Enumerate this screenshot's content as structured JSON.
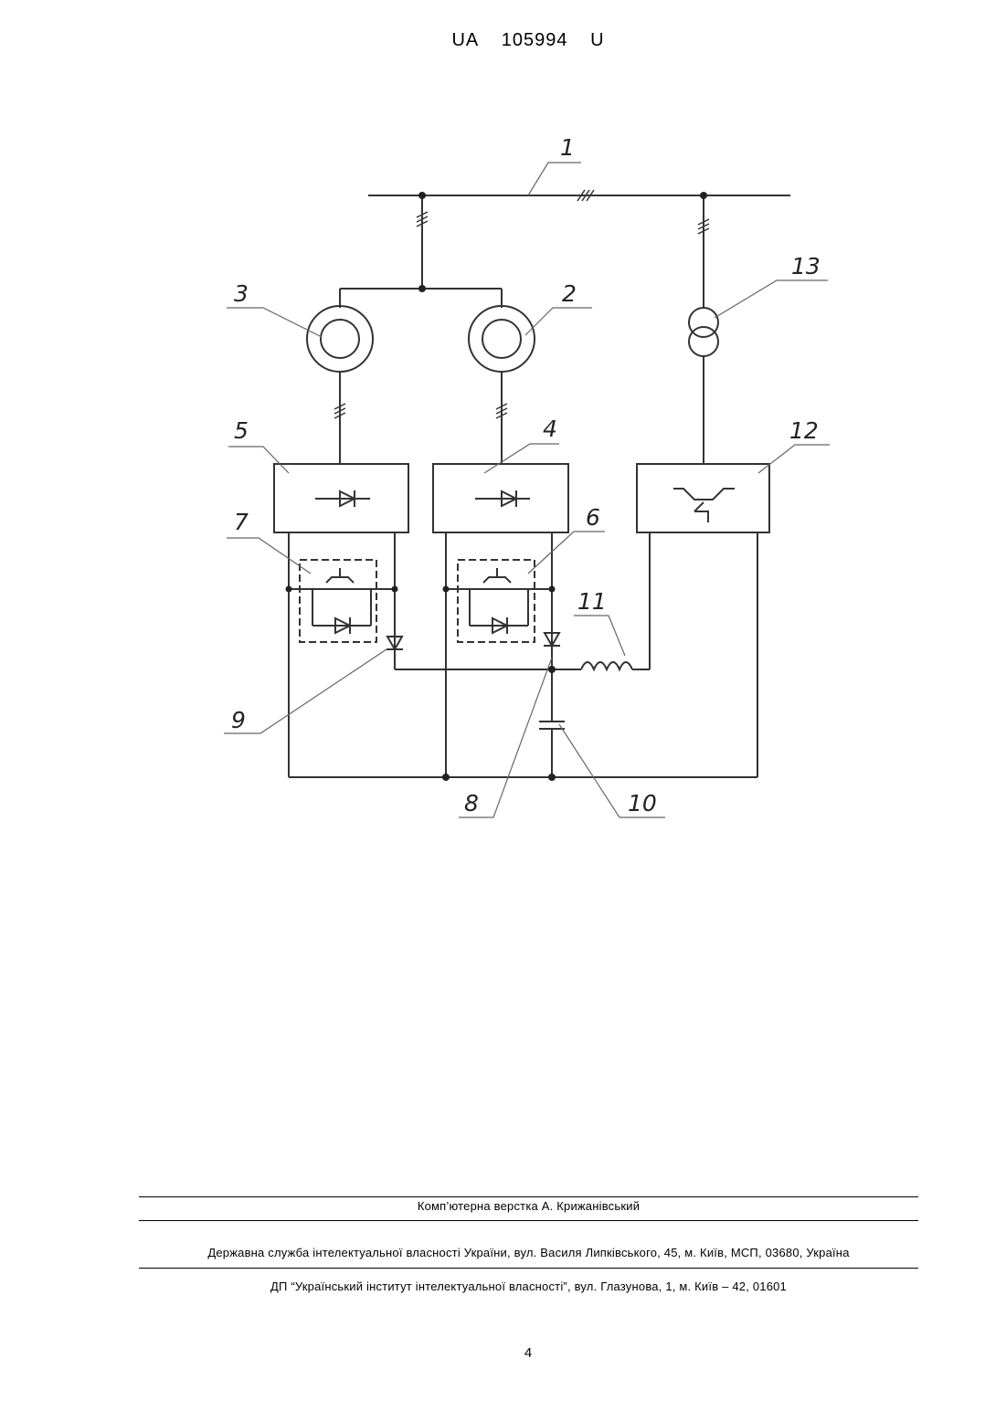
{
  "header": {
    "country": "UA",
    "number": "105994",
    "kind": "U"
  },
  "figure": {
    "labels": {
      "l1": "1",
      "l2": "2",
      "l3": "3",
      "l4": "4",
      "l5": "5",
      "l6": "6",
      "l7": "7",
      "l8": "8",
      "l9": "9",
      "l10": "10",
      "l11": "11",
      "l12": "12",
      "l13": "13"
    }
  },
  "footer": {
    "typesetting": "Комп’ютерна верстка А. Крижанівський",
    "agency": "Державна служба інтелектуальної власності України, вул. Василя Липківського, 45, м. Київ, МСП, 03680, Україна",
    "institute": "ДП “Український інститут інтелектуальної власності”, вул. Глазунова, 1, м. Київ – 42, 01601"
  },
  "page_number": "4"
}
